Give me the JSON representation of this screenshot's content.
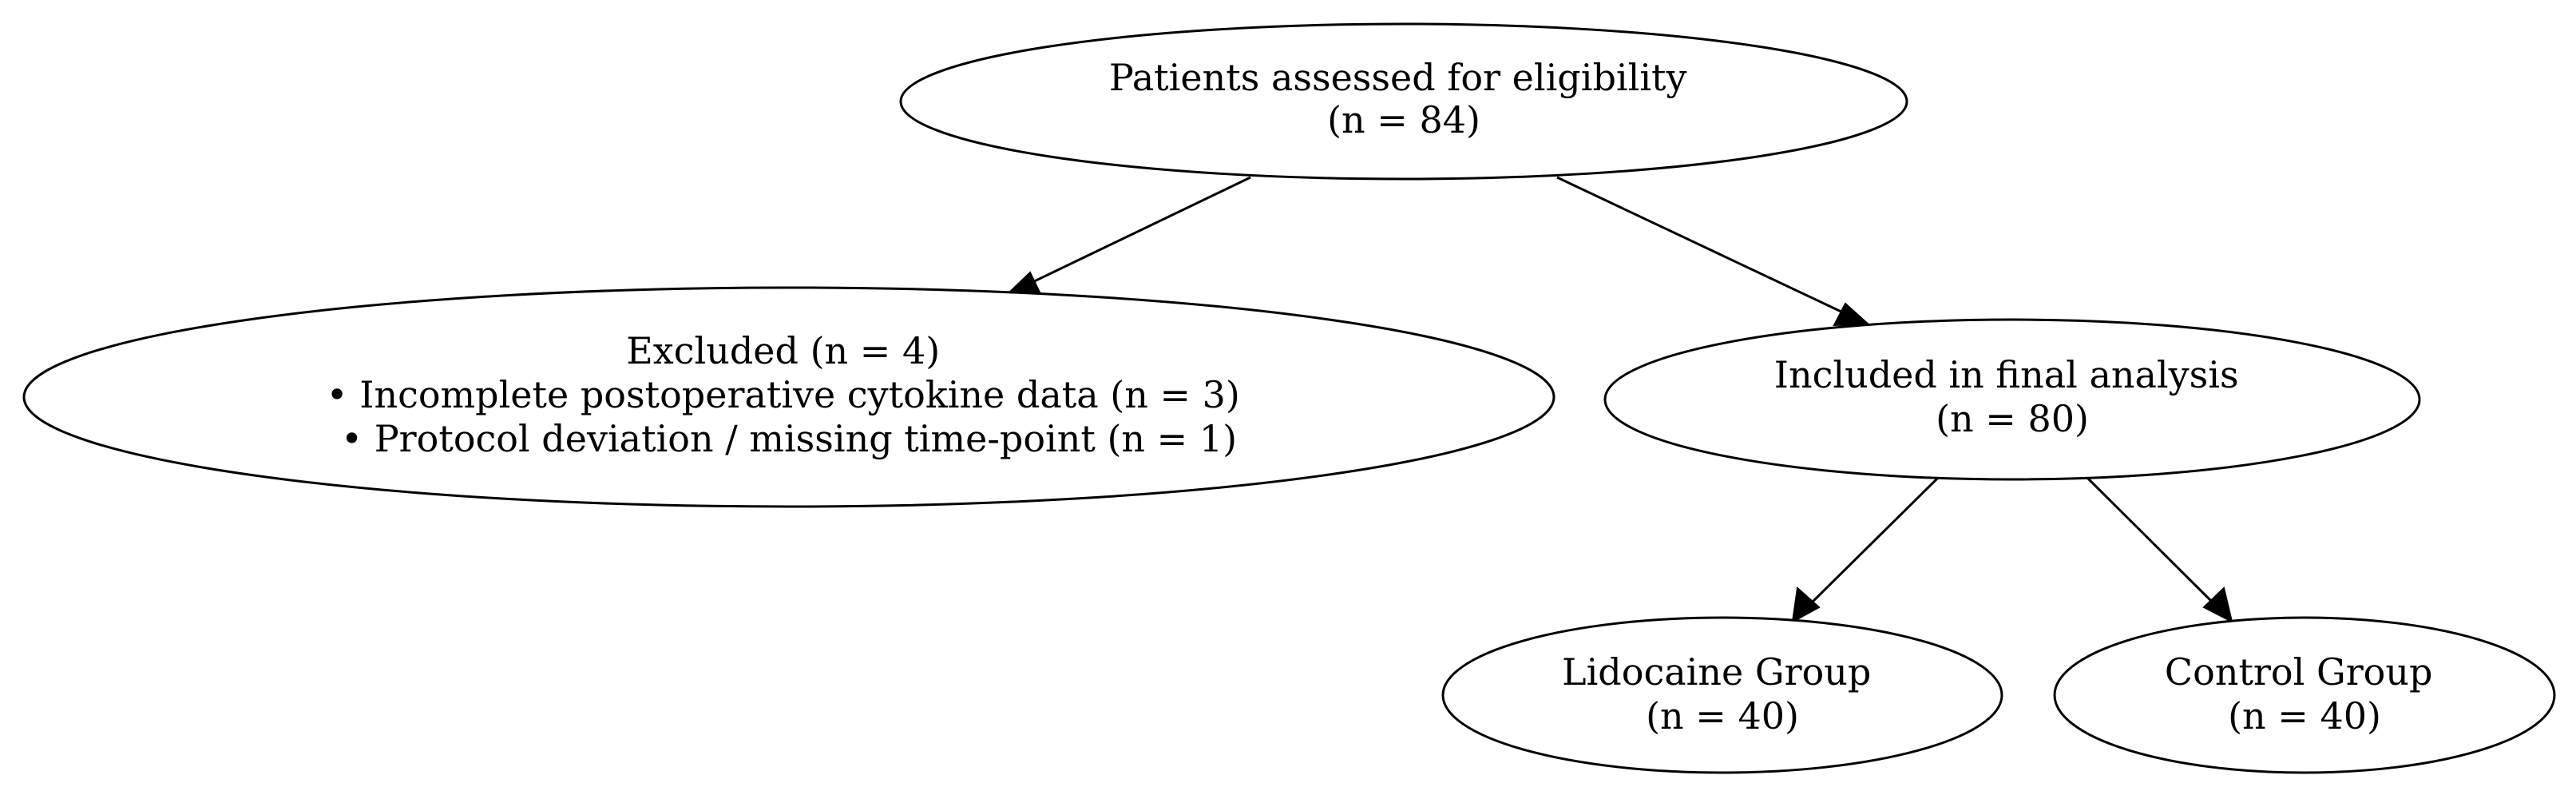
{
  "nodes": {
    "assessed": {
      "lines": [
        "Patients assessed for eligibility",
        "(n = 84)"
      ]
    },
    "excluded": {
      "lines": [
        "Excluded (n = 4)",
        "• Incomplete postoperative cytokine data (n = 3)",
        "• Protocol deviation / missing time-point (n = 1)"
      ]
    },
    "included": {
      "lines": [
        "Included in final analysis",
        "(n = 80)"
      ]
    },
    "lidocaine": {
      "lines": [
        "Lidocaine Group",
        "(n = 40)"
      ]
    },
    "control": {
      "lines": [
        "Control Group",
        "(n = 40)"
      ]
    }
  },
  "edges": [
    {
      "from": "assessed",
      "to": "excluded"
    },
    {
      "from": "assessed",
      "to": "included"
    },
    {
      "from": "included",
      "to": "lidocaine"
    },
    {
      "from": "included",
      "to": "control"
    }
  ],
  "colors": {
    "stroke": "#000000",
    "fill": "#ffffff",
    "text": "#000000"
  }
}
